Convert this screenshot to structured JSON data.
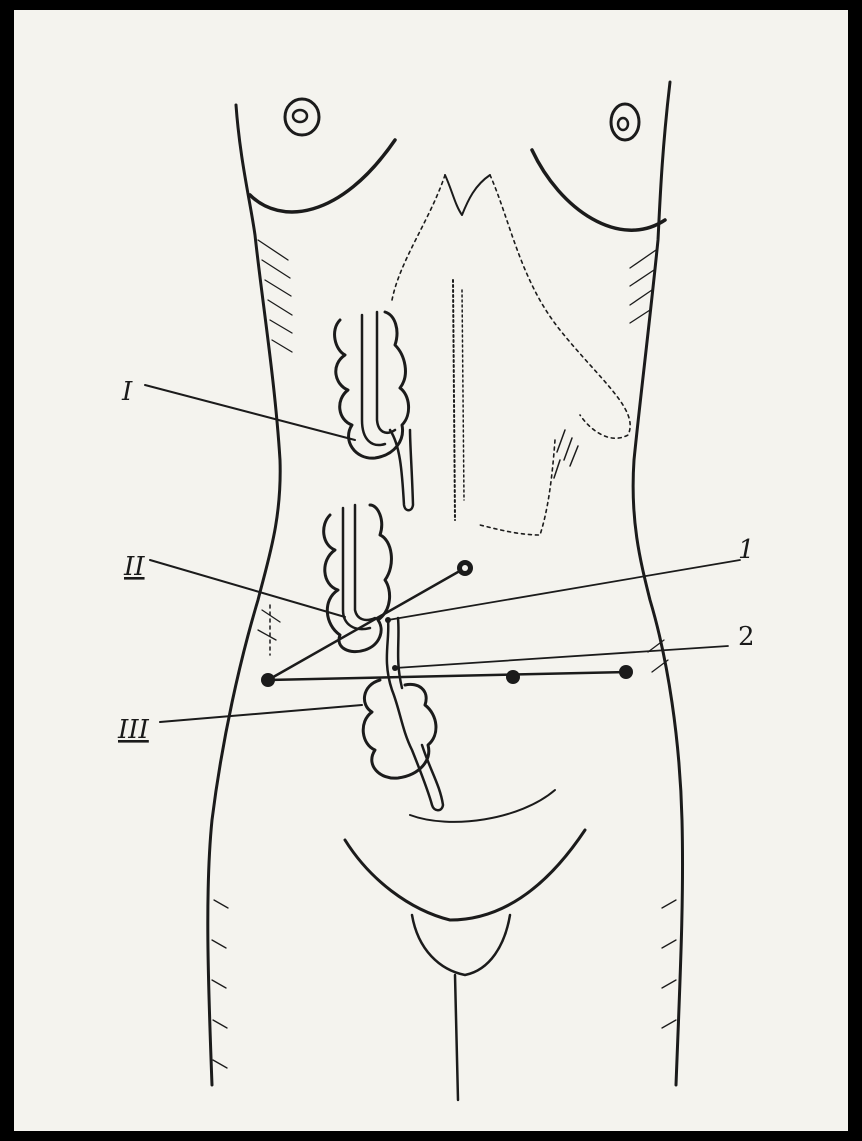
{
  "figure": {
    "labels": {
      "roman_1": "I",
      "roman_2": "II",
      "roman_3": "III",
      "arabic_1": "1",
      "arabic_2": "2"
    },
    "ink_color": "#1b1b1b",
    "paper_color": "#f4f3ee",
    "border_color": "#000000"
  }
}
